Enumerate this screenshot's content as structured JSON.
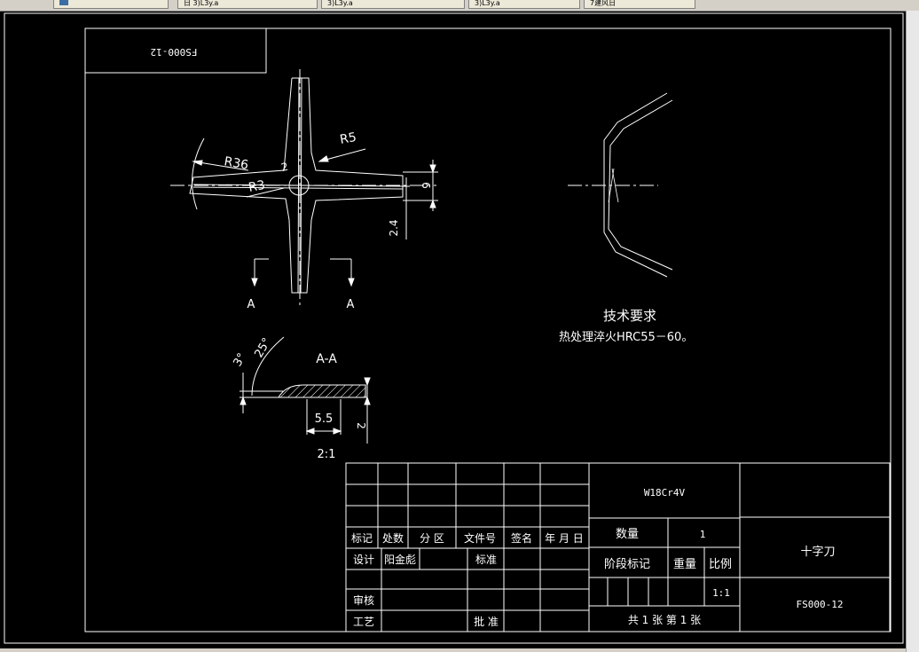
{
  "window": {
    "tabs": [
      {
        "label": ""
      },
      {
        "label": "日 3)L3y.a"
      },
      {
        "label": "3)L3y.a"
      },
      {
        "label": "3)L3y.a"
      },
      {
        "label": "7建风日"
      }
    ]
  },
  "drawing": {
    "code_box": "FS000-12",
    "dimensions": {
      "r36": "R36",
      "r5": "R5",
      "r3": "R3",
      "d2": "2",
      "d6": "6",
      "d24": "2.4",
      "a3": "3°",
      "a25": "25°",
      "d55": "5.5",
      "d2b": "2"
    },
    "section_marks": {
      "left": "A",
      "right": "A"
    },
    "section_title": "A-A",
    "scale_note": "2:1",
    "tech_req": {
      "title": "技术要求",
      "line": "热处理淬火HRC55－60。"
    }
  },
  "title_block": {
    "material": "W18Cr4V",
    "qty_label": "数量",
    "qty_value": "1",
    "part_name": "十字刀",
    "stage_label": "阶段标记",
    "weight_label": "重量",
    "ratio_label": "比例",
    "ratio_value": "1:1",
    "drawing_no": "FS000-12",
    "sheets": "共 1 张  第 1 张",
    "headers": {
      "mark": "标记",
      "count": "处数",
      "zone": "分 区",
      "doc_no": "文件号",
      "sign": "签名",
      "date": "年 月 日"
    },
    "design_label": "设计",
    "designer": "阳金彪",
    "standard_label": "标准",
    "review_label": "审核",
    "process_label": "工艺",
    "approve_label": "批 准"
  }
}
